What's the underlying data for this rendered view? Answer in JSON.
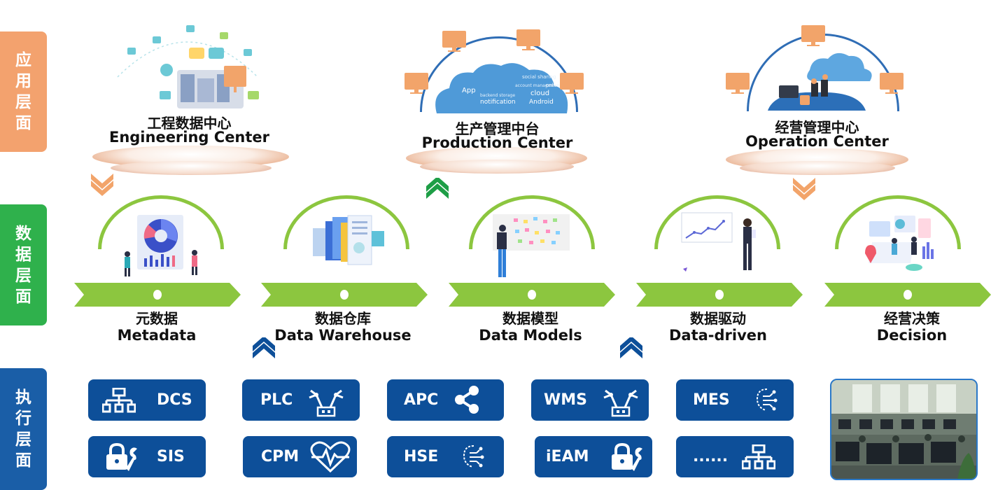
{
  "layers": {
    "application": "应用层面",
    "data": "数据层面",
    "execution": "执行层面"
  },
  "centers": [
    {
      "cn": "工程数据中心",
      "en": "Engineering Center"
    },
    {
      "cn": "生产管理中台",
      "en": "Production Center"
    },
    {
      "cn": "经营管理中心",
      "en": "Operation Center"
    }
  ],
  "data_stages": [
    {
      "cn": "元数据",
      "en": "Metadata"
    },
    {
      "cn": "数据仓库",
      "en": "Data Warehouse"
    },
    {
      "cn": "数据模型",
      "en": "Data Models"
    },
    {
      "cn": "数据驱动",
      "en": "Data-driven"
    },
    {
      "cn": "经营决策",
      "en": "Decision"
    }
  ],
  "systems": [
    {
      "label": "DCS",
      "icon": "network-icon"
    },
    {
      "label": "PLC",
      "icon": "robot-arm-icon"
    },
    {
      "label": "APC",
      "icon": "share-icon"
    },
    {
      "label": "WMS",
      "icon": "robot-arm-icon"
    },
    {
      "label": "MES",
      "icon": "circuit-icon"
    },
    {
      "label": "SIS",
      "icon": "wrench-icon"
    },
    {
      "label": "CPM",
      "icon": "heartbeat-icon"
    },
    {
      "label": "HSE",
      "icon": "circuit-icon"
    },
    {
      "label": "iEAM",
      "icon": "wrench-icon"
    },
    {
      "label": "......",
      "icon": "network-icon"
    }
  ],
  "cloud_words": {
    "a": "App",
    "b": "cloud",
    "c": "notification",
    "d": "Android",
    "e": "online",
    "f": "social sharing",
    "g": "account management",
    "h": "backend storage"
  },
  "colors": {
    "orange": "#f3a26e",
    "green": "#2fb14c",
    "lime": "#8cc63f",
    "navy": "#0d4f99",
    "arrow_orange": "#f2a46a",
    "arrow_green": "#1e9e46",
    "arrow_blue": "#0d4f99"
  }
}
